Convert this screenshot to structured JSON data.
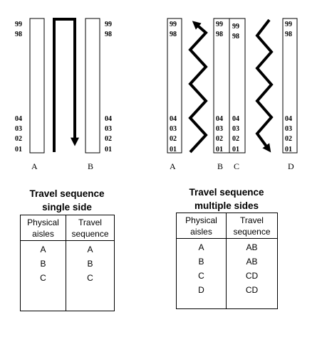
{
  "aisle_numbers": {
    "top": [
      "99",
      "98"
    ],
    "bottom": [
      "04",
      "03",
      "02",
      "01"
    ]
  },
  "left_diagram": {
    "aisles": [
      "A",
      "B"
    ]
  },
  "right_diagram": {
    "aisles": [
      "A",
      "B",
      "C",
      "D"
    ]
  },
  "table_single": {
    "caption_line1": "Travel sequence",
    "caption_line2": "single side",
    "headers": [
      [
        "Physical",
        "aisles"
      ],
      [
        "Travel",
        "sequence"
      ]
    ],
    "rows": [
      [
        "A",
        "A"
      ],
      [
        "B",
        "B"
      ],
      [
        "C",
        "C"
      ]
    ]
  },
  "table_multiple": {
    "caption_line1": "Travel sequence",
    "caption_line2": "multiple sides",
    "headers": [
      [
        "Physical",
        "aisles"
      ],
      [
        "Travel",
        "sequence"
      ]
    ],
    "rows": [
      [
        "A",
        "AB"
      ],
      [
        "B",
        "AB"
      ],
      [
        "C",
        "CD"
      ],
      [
        "D",
        "CD"
      ]
    ]
  }
}
